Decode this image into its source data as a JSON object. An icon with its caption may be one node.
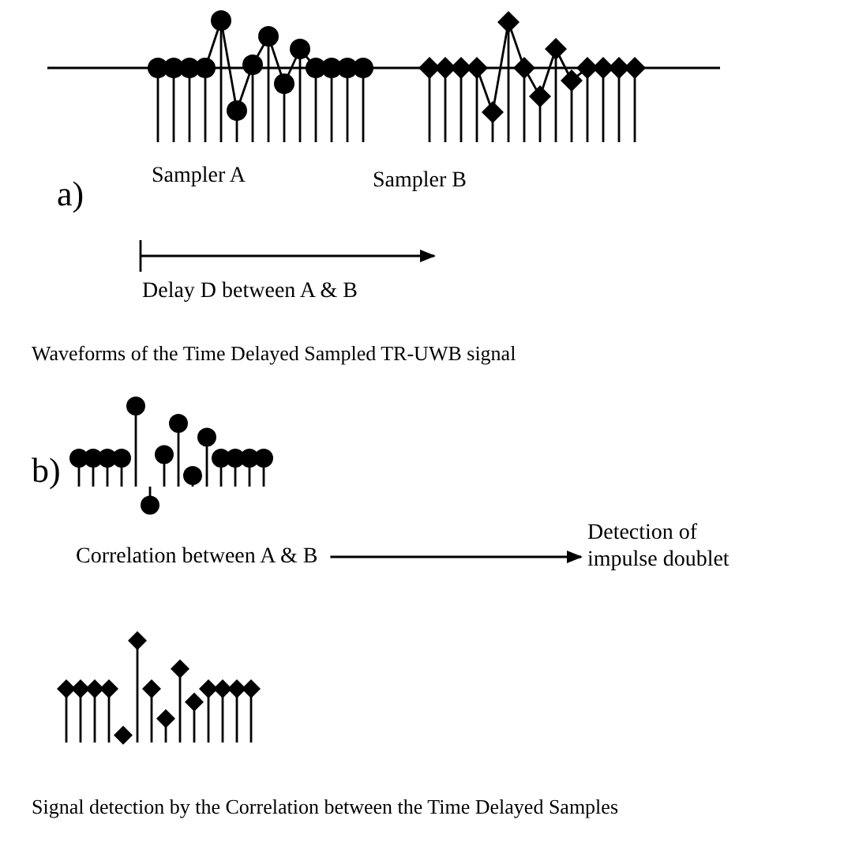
{
  "diagram": {
    "nodes": [
      {
        "text": [
          "Correlation between A & B"
        ]
      },
      {
        "text": [
          "Detection of impulse doublet"
        ]
      }
    ],
    "edges": [
      {
        "from": 0,
        "to": 1,
        "arrow": "to"
      }
    ],
    "labels": [
      "a)",
      "Sampler A",
      "Sampler B",
      "Delay D between A & B",
      "Waveforms of the Time Delayed Sampled TR-UWB signal",
      "b)",
      "Signal detection by the Correlation between the Time Delayed Samples"
    ]
  }
}
